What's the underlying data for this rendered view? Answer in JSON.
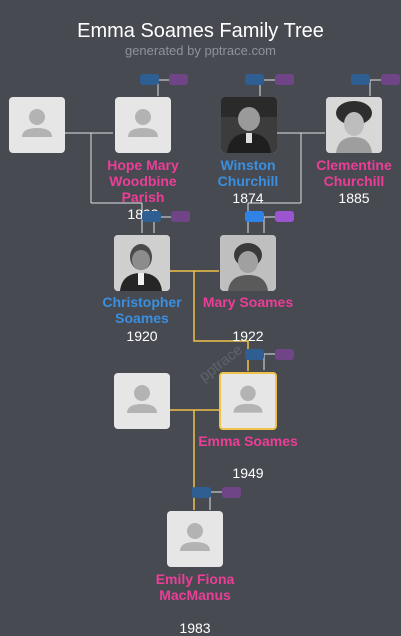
{
  "header": {
    "title": "Emma Soames Family Tree",
    "subtitle": "generated by pptrace.com"
  },
  "people": {
    "unknown_gp": {
      "name": "",
      "year": ""
    },
    "hope": {
      "name": "Hope Mary Woodbine Parish",
      "year": "1893"
    },
    "winston": {
      "name": "Winston Churchill",
      "year": "1874"
    },
    "clementine": {
      "name": "Clementine Churchill",
      "year": "1885"
    },
    "christopher": {
      "name": "Christopher Soames",
      "year": "1920"
    },
    "mary": {
      "name": "Mary Soames",
      "year": "1922"
    },
    "unknown_partner": {
      "name": "",
      "year": ""
    },
    "emma": {
      "name": "Emma Soames",
      "year": "1949"
    },
    "emily": {
      "name": "Emily Fiona MacManus",
      "year": "1983"
    }
  },
  "watermark": "pptrace",
  "colors": {
    "background": "#474b51",
    "female": "#ec3d97",
    "male": "#3a8fe0",
    "focus_line": "#f0c24a",
    "link_line": "#dfe3e8"
  },
  "icons": {
    "placeholder": "person-silhouette-icon",
    "expand_parents": "expand-parents-toggle",
    "expand_partner": "expand-partner-toggle"
  }
}
